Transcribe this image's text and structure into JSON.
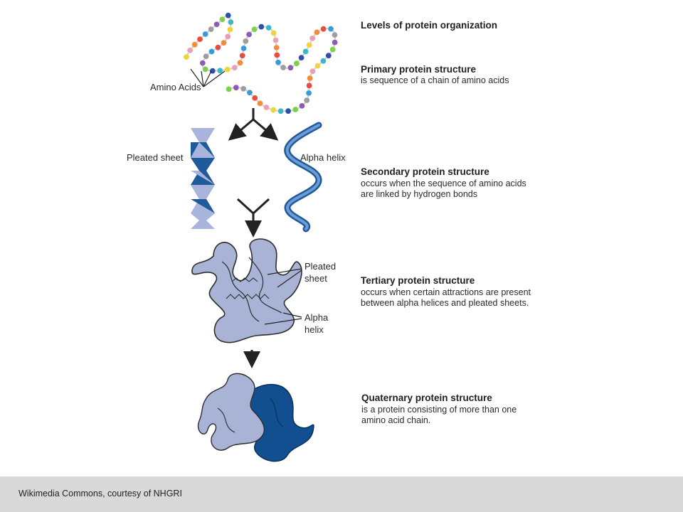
{
  "diagram": {
    "title": "Levels of protein organization",
    "primary": {
      "heading": "Primary protein structure",
      "description": "is sequence of a chain of amino acids",
      "label_amino_acids": "Amino Acids"
    },
    "secondary": {
      "heading": "Secondary protein structure",
      "description_line1": "occurs when the sequence of amino acids",
      "description_line2": "are linked by hydrogen bonds",
      "label_pleated_sheet": "Pleated sheet",
      "label_alpha_helix": "Alpha helix"
    },
    "tertiary": {
      "heading": "Tertiary protein structure",
      "description_line1": "occurs when certain attractions are present",
      "description_line2": "between alpha helices and pleated sheets.",
      "label_pleated_line1": "Pleated",
      "label_pleated_line2": "sheet",
      "label_alpha_line1": "Alpha",
      "label_alpha_line2": "helix"
    },
    "quaternary": {
      "heading": "Quaternary protein structure",
      "description_line1": "is a protein consisting of more than one",
      "description_line2": "amino acid chain."
    }
  },
  "footer": {
    "credit": "Wikimedia Commons, courtesy of NHGRI"
  },
  "colors": {
    "bead_palette": [
      "#e8a0b4",
      "#3a9ad9",
      "#7fcf4a",
      "#f0d23a",
      "#e84c3d",
      "#8e5bb5",
      "#3bb7c9",
      "#f28c38",
      "#9e9e9e",
      "#2f4fa8"
    ],
    "sheet_light": "#a8b4dc",
    "sheet_dark": "#1f5a9a",
    "helix_blue": "#3f74b8",
    "protein_light": "#a9b3d6",
    "protein_dark": "#124f90",
    "arrow": "#222222",
    "footer_bg": "#d9d9d9"
  }
}
